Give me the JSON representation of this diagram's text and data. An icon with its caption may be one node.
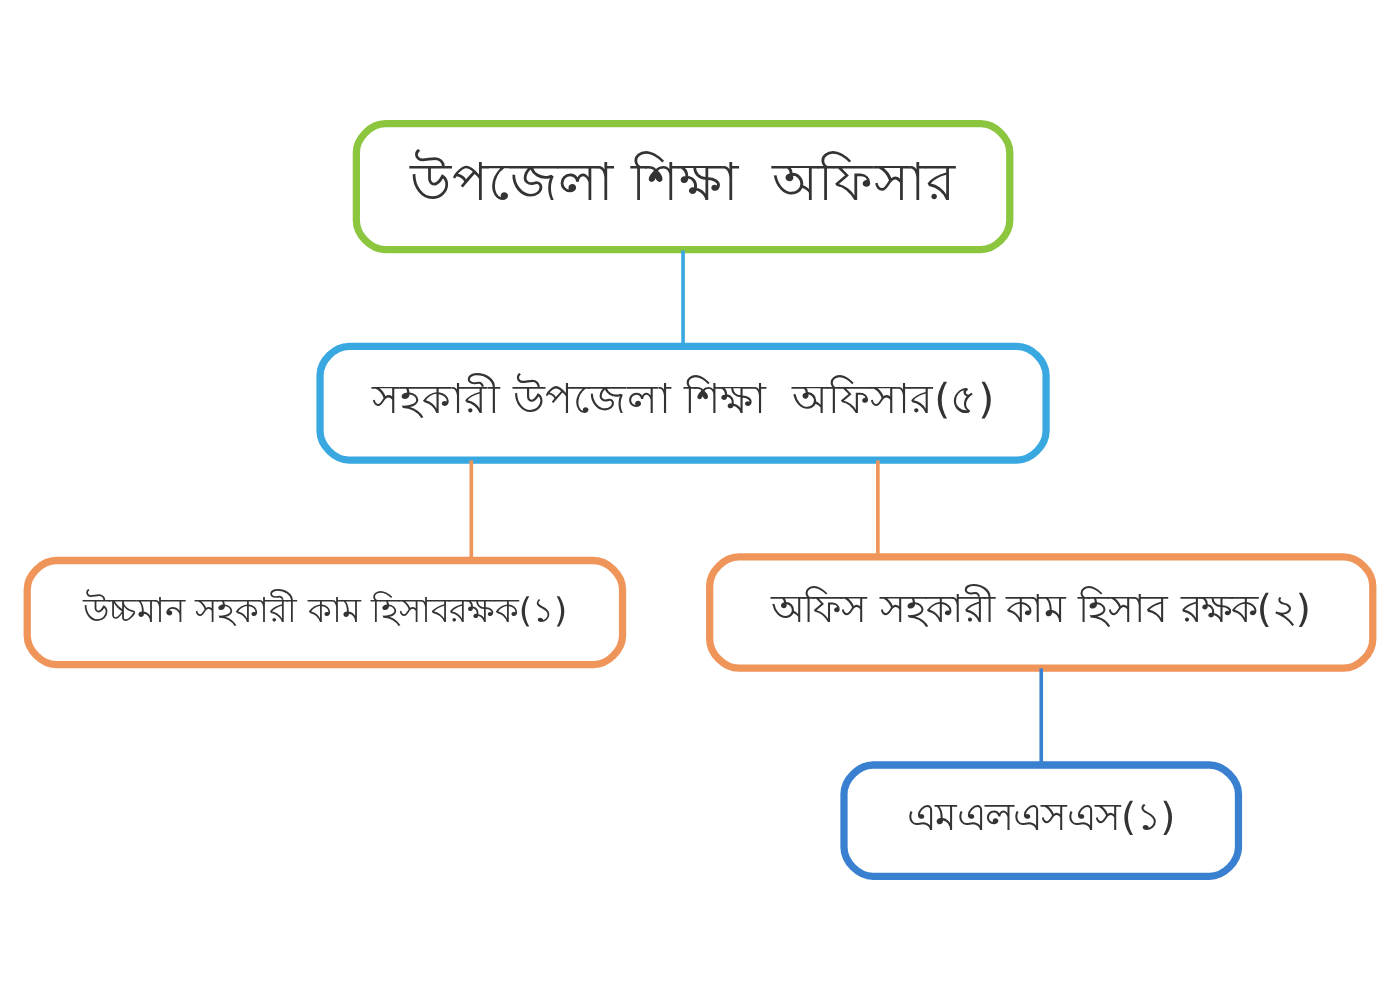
{
  "diagram": {
    "nodes": [
      {
        "text": [
          "উপজেলা শিক্ষা  অফিসার"
        ]
      },
      {
        "text": [
          "সহকারী উপজেলা শিক্ষা  অফিসার(৫)"
        ]
      },
      {
        "text": [
          "উচ্চমান সহকারী কাম হিসাবরক্ষক(১)"
        ]
      },
      {
        "text": [
          "অফিস সহকারী কাম হিসাব রক্ষক(২)"
        ]
      },
      {
        "text": [
          "এমএলএসএস(১)"
        ]
      }
    ],
    "edges": [
      {
        "from": 0,
        "to": 1,
        "arrow": "none",
        "color": "#3aa8e0"
      },
      {
        "from": 1,
        "to": 2,
        "arrow": "none",
        "color": "#f0955a"
      },
      {
        "from": 1,
        "to": 3,
        "arrow": "none",
        "color": "#f0955a"
      },
      {
        "from": 3,
        "to": 4,
        "arrow": "none",
        "color": "#3a80d0"
      }
    ]
  }
}
